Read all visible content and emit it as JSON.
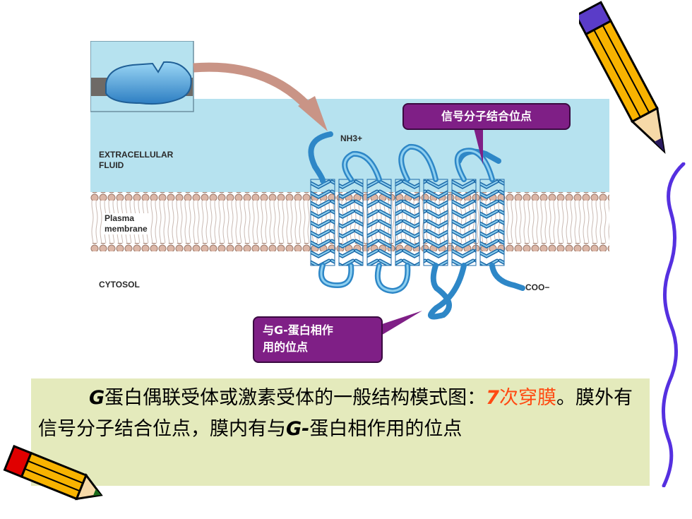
{
  "figure": {
    "labels": {
      "extracellular": "EXTRACELLULAR\nFLUID",
      "plasma": "Plasma\nmembrane",
      "cytosol": "CYTOSOL",
      "nh3": "NH3+",
      "coo": "COO−"
    },
    "colors": {
      "extracellular": "#b6e2ef",
      "membrane_head": "#dcb7a7",
      "helix": "#2e87c7",
      "helix_light": "#8fd0f0",
      "arrow": "#c99486",
      "callout": "#7f1f86"
    }
  },
  "callouts": {
    "binding_site": "信号分子结合位点",
    "g_protein_site": "与G-蛋白相作\n用的位点"
  },
  "caption": {
    "part1_bold": "G",
    "part2": "蛋白偶联受体或激素受体的一般结构模式图：",
    "part3_red_bold": "7",
    "part4_red": "次穿膜",
    "part5": "。膜外有信号分子结合位点，膜内有与",
    "part6_bold": "G-",
    "part7": "蛋白相作用的位点"
  },
  "decorations": {
    "top_right": "pencil-icon",
    "bottom_left": "pencil-icon",
    "right_edge": "wavy-line"
  }
}
